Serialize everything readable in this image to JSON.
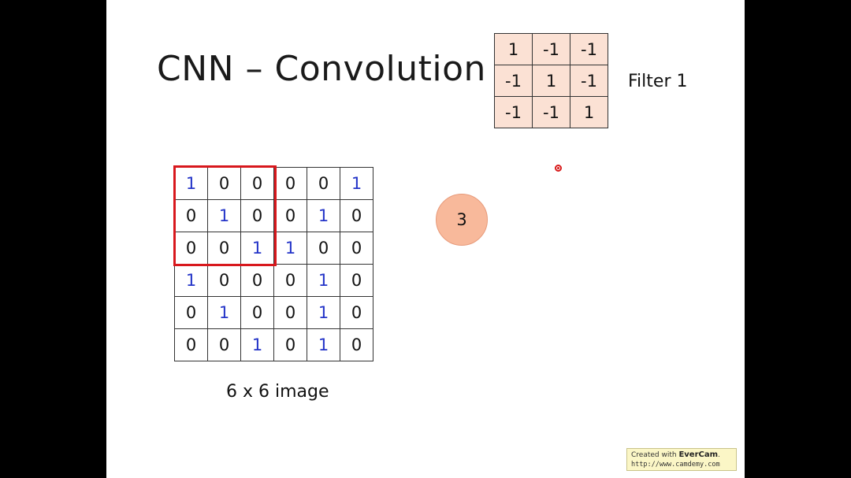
{
  "slide": {
    "title": "CNN – Convolution",
    "filter_label": "Filter 1",
    "image_label": "6 x 6 image",
    "result_value": "3"
  },
  "filter": [
    [
      "1",
      "-1",
      "-1"
    ],
    [
      "-1",
      "1",
      "-1"
    ],
    [
      "-1",
      "-1",
      "1"
    ]
  ],
  "image": [
    [
      "1",
      "0",
      "0",
      "0",
      "0",
      "1"
    ],
    [
      "0",
      "1",
      "0",
      "0",
      "1",
      "0"
    ],
    [
      "0",
      "0",
      "1",
      "1",
      "0",
      "0"
    ],
    [
      "1",
      "0",
      "0",
      "0",
      "1",
      "0"
    ],
    [
      "0",
      "1",
      "0",
      "0",
      "1",
      "0"
    ],
    [
      "0",
      "0",
      "1",
      "0",
      "1",
      "0"
    ]
  ],
  "watermark": {
    "created_with": "Created with",
    "brand": "EverCam",
    "period": ".",
    "url": "http://www.camdemy.com"
  },
  "colors": {
    "one_digit": "#2434c8",
    "highlight": "#d8181d",
    "filter_bg": "#fbe1d4",
    "result_bg": "#f8b99b"
  }
}
